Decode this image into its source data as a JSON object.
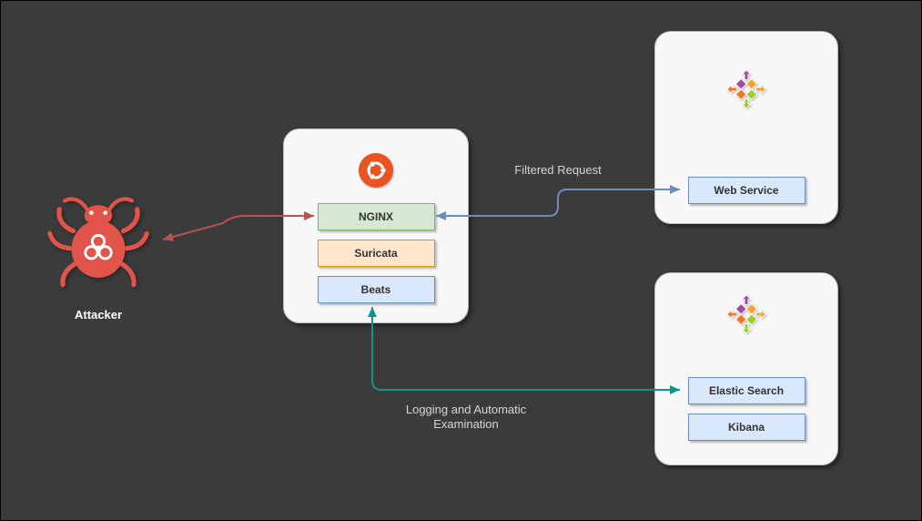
{
  "canvas": {
    "background": "#3b3b3b"
  },
  "attacker": {
    "label": "Attacker",
    "icon": "bug-icon",
    "color": "#e0544a"
  },
  "nodes": {
    "gateway": {
      "os_icon": "ubuntu-logo",
      "os_color": "#e95420",
      "components": [
        {
          "label": "NGINX",
          "fill": "#d5e8d4",
          "border": "#82b366"
        },
        {
          "label": "Suricata",
          "fill": "#ffe6cc",
          "border": "#d79b00"
        },
        {
          "label": "Beats",
          "fill": "#dae8fc",
          "border": "#6c8ebf"
        }
      ]
    },
    "web": {
      "os_icon": "centos-logo",
      "components": [
        {
          "label": "Web Service",
          "fill": "#dae8fc",
          "border": "#6c8ebf"
        }
      ]
    },
    "analytics": {
      "os_icon": "centos-logo",
      "components": [
        {
          "label": "Elastic Search",
          "fill": "#dae8fc",
          "border": "#6c8ebf"
        },
        {
          "label": "Kibana",
          "fill": "#dae8fc",
          "border": "#6c8ebf"
        }
      ]
    }
  },
  "connectors": [
    {
      "name": "attacker-nginx",
      "label": "",
      "color": "#b85450",
      "bidirectional": true
    },
    {
      "name": "nginx-webservice",
      "label": "Filtered Request",
      "color": "#6c8ebf",
      "bidirectional": true
    },
    {
      "name": "beats-elasticsearch",
      "label": "Logging and Automatic Examination",
      "color": "#0e9688",
      "bidirectional": true
    }
  ]
}
